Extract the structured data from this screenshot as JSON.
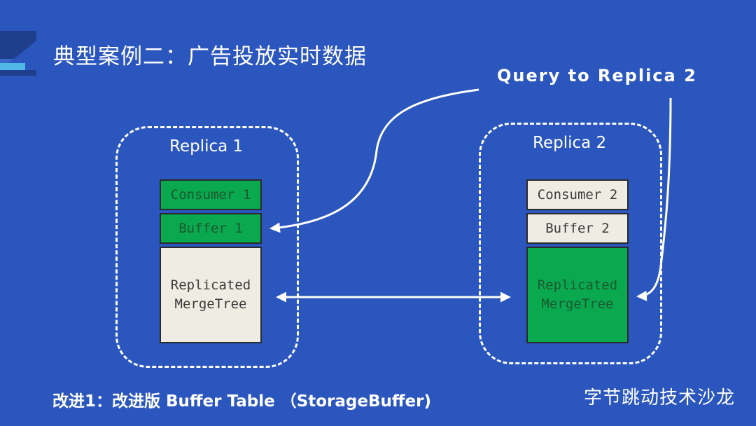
{
  "slide": {
    "title": "典型案例二：广告投放实时数据",
    "query_label": "Query to Replica 2",
    "footer_left": "改进1：改进版 Buffer Table （StorageBuffer)",
    "footer_right": "字节跳动技术沙龙"
  },
  "replicas": [
    {
      "title": "Replica 1",
      "consumer": "Consumer 1",
      "buffer": "Buffer 1",
      "tree_line1": "Replicated",
      "tree_line2": "MergeTree"
    },
    {
      "title": "Replica 2",
      "consumer": "Consumer 2",
      "buffer": "Buffer 2",
      "tree_line1": "Replicated",
      "tree_line2": "MergeTree"
    }
  ],
  "colors": {
    "background": "#2a56be",
    "green": "#0aa84f",
    "cream": "#efede3",
    "logo_dark": "#1f3f8c",
    "logo_light": "#4fb8e6"
  }
}
